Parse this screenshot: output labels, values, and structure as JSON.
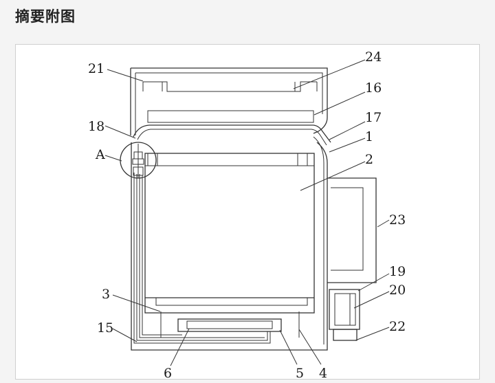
{
  "header": {
    "title": "摘要附图"
  },
  "figure": {
    "callouts": [
      "1",
      "2",
      "3",
      "4",
      "5",
      "6",
      "15",
      "16",
      "17",
      "18",
      "19",
      "20",
      "21",
      "22",
      "23",
      "24",
      "A"
    ],
    "stroke_color": "#333333"
  }
}
